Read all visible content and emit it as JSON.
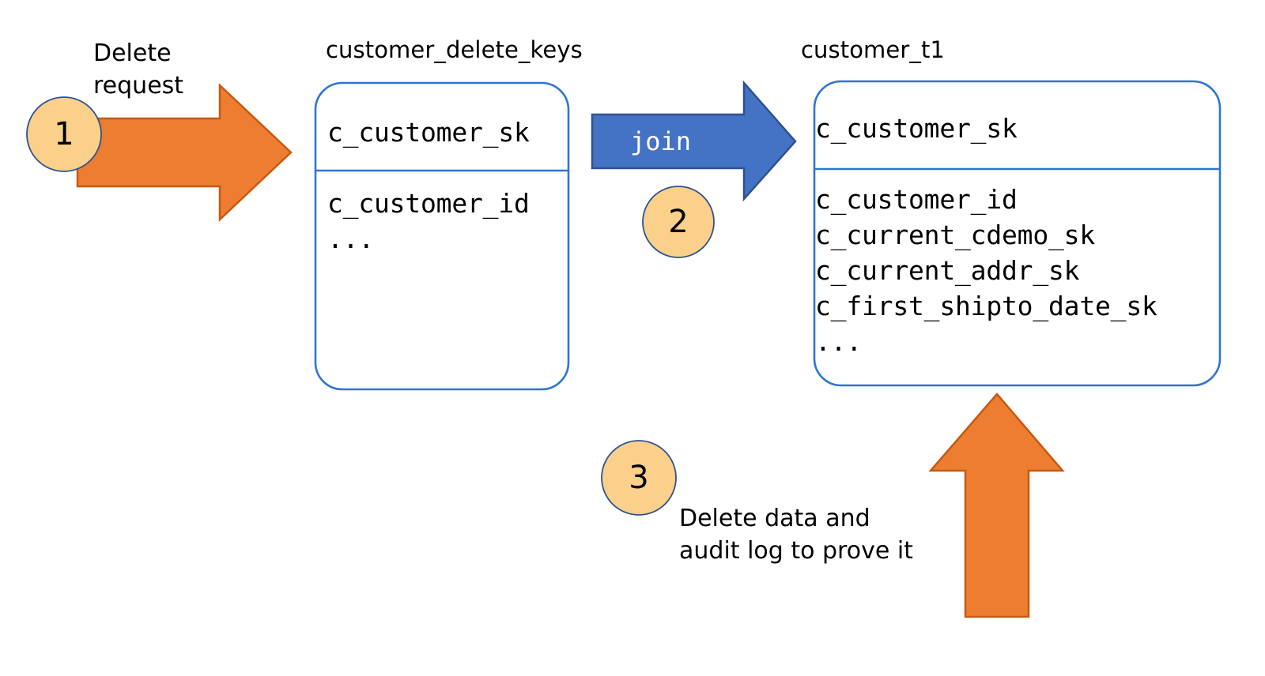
{
  "diagram": {
    "title_text_blocks": {
      "delete_request": "Delete\nrequest",
      "join": "join",
      "delete_audit": "Delete data and\naudit log to prove it"
    },
    "colors": {
      "orange_fill": "#ED7D31",
      "orange_stroke": "#C55A11",
      "blue_fill": "#4472C4",
      "blue_stroke": "#2F528F",
      "table_border": "#2E75D4",
      "badge_fill": "#FBD08A",
      "badge_stroke": "#2F528F",
      "text": "#000000"
    },
    "tables": [
      {
        "name": "customer-delete-keys",
        "caption": "customer_delete_keys",
        "key_column": "c_customer_sk",
        "columns": "c_customer_id\n..."
      },
      {
        "name": "customer-t1",
        "caption": "customer_t1",
        "key_column": "c_customer_sk",
        "columns": "c_customer_id\nc_current_cdemo_sk\nc_current_addr_sk\nc_first_shipto_date_sk\n..."
      }
    ],
    "steps": [
      {
        "number": "1",
        "label": "delete-request-step"
      },
      {
        "number": "2",
        "label": "join-step"
      },
      {
        "number": "3",
        "label": "delete-audit-step"
      }
    ]
  }
}
